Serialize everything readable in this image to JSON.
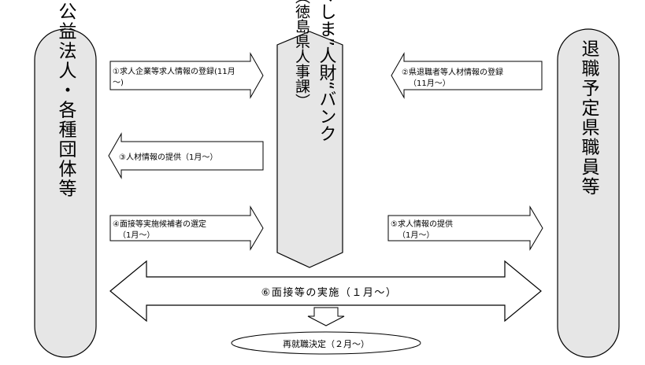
{
  "left_box": {
    "label": "民間企業・公益法人・各種団体等"
  },
  "right_box": {
    "label": "退職予定県職員等"
  },
  "center_box": {
    "title": "とくしま”人財“バンク",
    "subtitle": "（徳島県人事課）"
  },
  "arrows": {
    "a1": {
      "line1": "①求人企業等求人情報の登録(11月",
      "line2": "〜)"
    },
    "a2": {
      "line1": "②県退職者等人材情報の登録",
      "line2": "（11月〜）"
    },
    "a3": {
      "line1": "③人材情報の提供（1月〜）"
    },
    "a4": {
      "line1": "④面接等実施候補者の選定",
      "line2": "（1月〜）"
    },
    "a5": {
      "line1": "⑤求人情報の提供",
      "line2": "（1月〜）"
    },
    "a6": {
      "line1": "⑥面接等の実施（１月〜）"
    }
  },
  "result": {
    "label": "再就職決定（２月〜）"
  }
}
